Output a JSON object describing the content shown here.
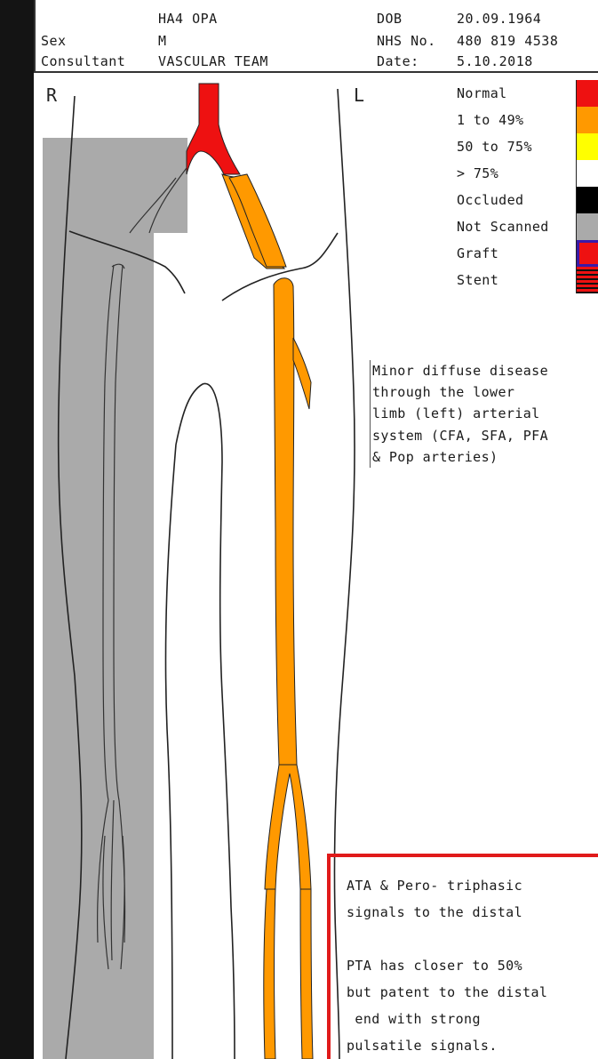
{
  "header": {
    "clinic": "HA4 OPA",
    "sex_label": "Sex",
    "sex_value": "M",
    "consultant_label": "Consultant",
    "consultant_value": "VASCULAR TEAM",
    "dob_label": "DOB",
    "dob_value": "20.09.1964",
    "nhs_label": "NHS No.",
    "nhs_value": "480 819 4538",
    "date_label": "Date:",
    "date_value": "5.10.2018"
  },
  "diagram": {
    "right_label": "R",
    "left_label": "L"
  },
  "legend": [
    {
      "label": "Normal",
      "color": "#ee1111"
    },
    {
      "label": "1 to 49%",
      "color": "#ff9900"
    },
    {
      "label": "50 to 75%",
      "color": "#ffff00"
    },
    {
      "label": "> 75%",
      "color": "#ffffff"
    },
    {
      "label": "Occluded",
      "color": "#000000"
    },
    {
      "label": "Not Scanned",
      "color": "#aaaaaa"
    },
    {
      "label": "Graft",
      "color": "#ee1111"
    },
    {
      "label": "Stent",
      "color": "#ee1111"
    }
  ],
  "notes": {
    "note1": [
      "Minor diffuse disease",
      "through the lower",
      "limb (left) arterial",
      "system (CFA, SFA, PFA",
      "& Pop arteries)"
    ],
    "note2": [
      "ATA & Pero- triphasic",
      "signals to the distal",
      "",
      "PTA has closer to 50%",
      "but patent to the distal",
      " end with strong",
      "pulsatile signals."
    ]
  },
  "colors": {
    "normal": "#ee1111",
    "mild": "#ff9900",
    "not_scanned": "#aaaaaa",
    "callout_border": "#e01a1a"
  }
}
